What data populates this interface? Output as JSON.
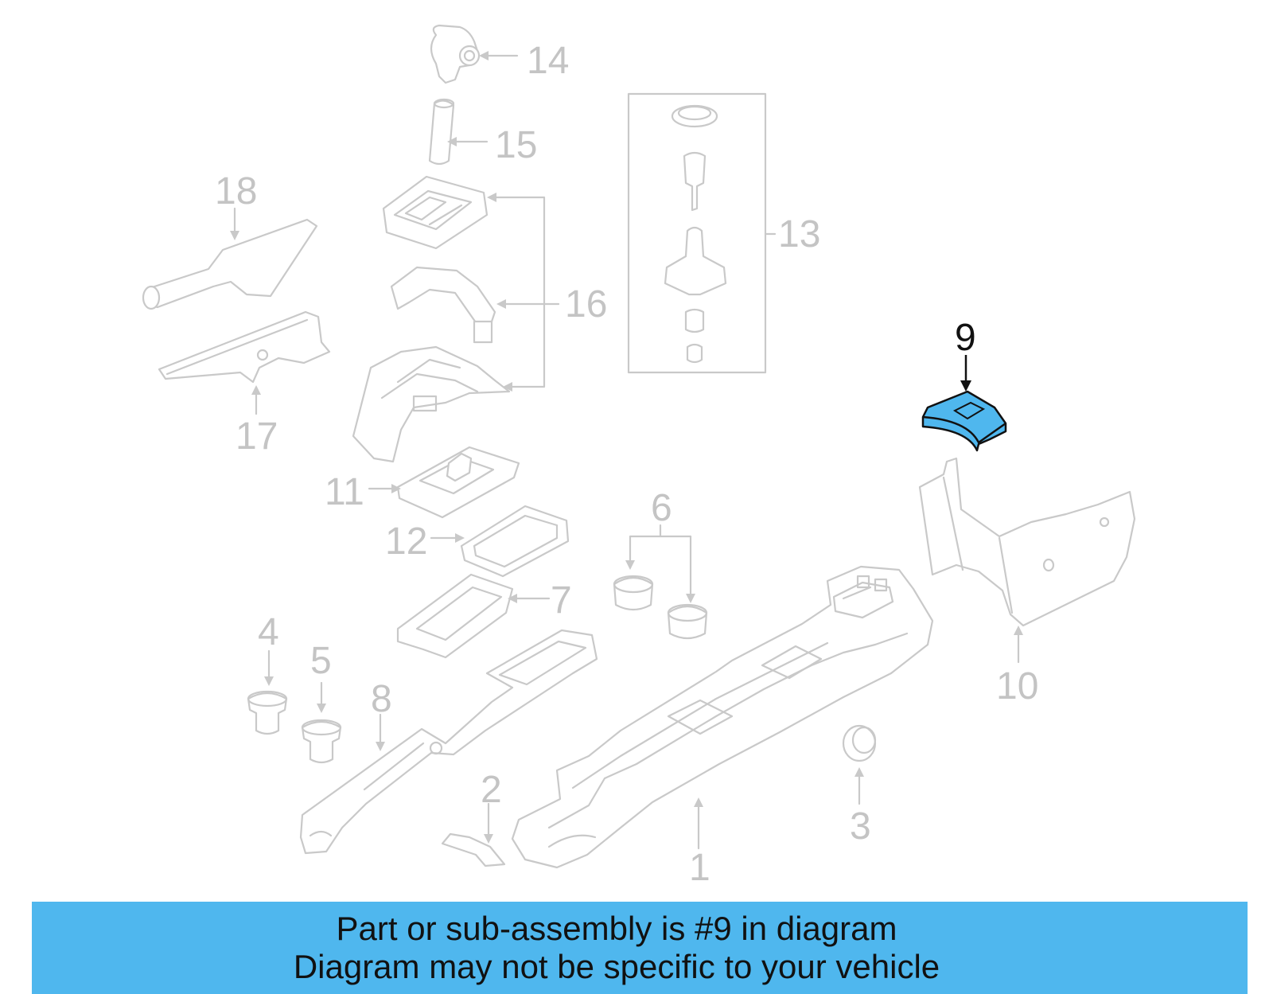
{
  "colors": {
    "part_line": "#c9c9c9",
    "label": "#c4c4c4",
    "highlight_fill": "#4fb7ee",
    "highlight_stroke": "#111111",
    "banner_bg": "#4fb7ee",
    "banner_text": "#111111"
  },
  "callouts": {
    "c1": "1",
    "c2": "2",
    "c3": "3",
    "c4": "4",
    "c5": "5",
    "c6": "6",
    "c7": "7",
    "c8": "8",
    "c9": "9",
    "c10": "10",
    "c11": "11",
    "c12": "12",
    "c13": "13",
    "c14": "14",
    "c15": "15",
    "c16": "16",
    "c17": "17",
    "c18": "18"
  },
  "highlighted_part": "9",
  "banner": {
    "line1": "Part or sub-assembly is #9 in diagram",
    "line2": "Diagram may not be specific to your vehicle"
  }
}
